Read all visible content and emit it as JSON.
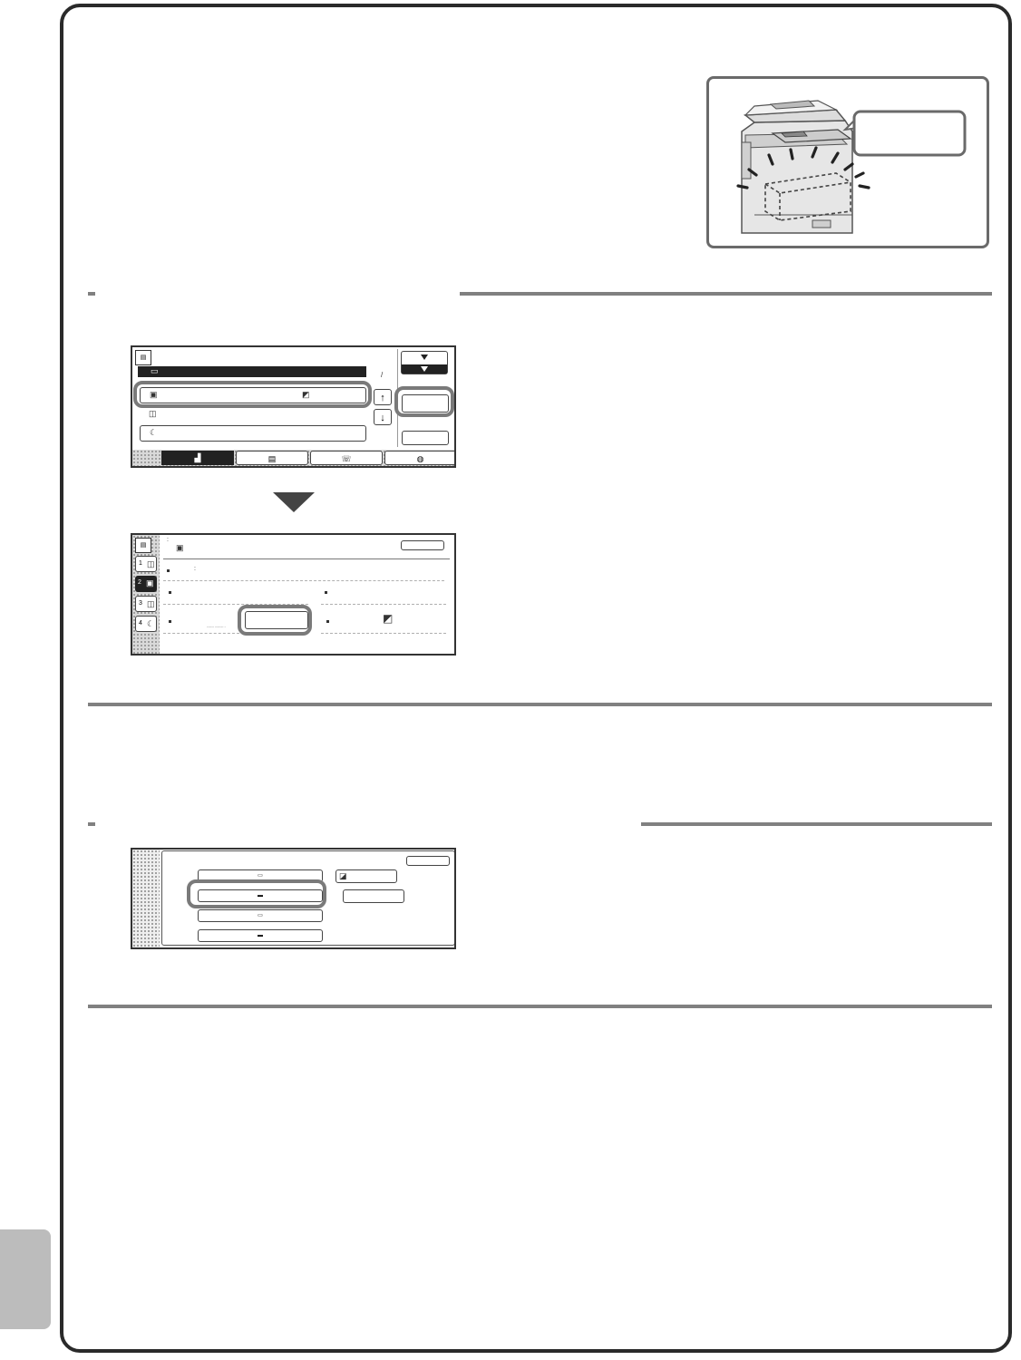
{
  "page": {
    "frame_color": "#2a2a2a",
    "rule_color": "#808080",
    "side_tab_color": "#bcbcbc"
  },
  "illustration": {
    "subject": "copier-with-tray-highlight"
  },
  "screen1": {
    "icons": [
      "copy-mode-icon",
      "tray-icon",
      "paper-icon",
      "stack-icon",
      "fax-icon",
      "print-tab-icon",
      "image-send-tab-icon",
      "fax-tab-icon",
      "doc-filing-tab-icon"
    ],
    "slash": "/"
  },
  "screen2": {
    "side_numbers": [
      "1",
      "2",
      "3",
      "4"
    ],
    "colon": ":",
    "small_note": "------ ------- -"
  },
  "screen3": {
    "icons": [
      "tray-icon",
      "paper-icon",
      "paper-icon",
      "paper-icon"
    ]
  }
}
